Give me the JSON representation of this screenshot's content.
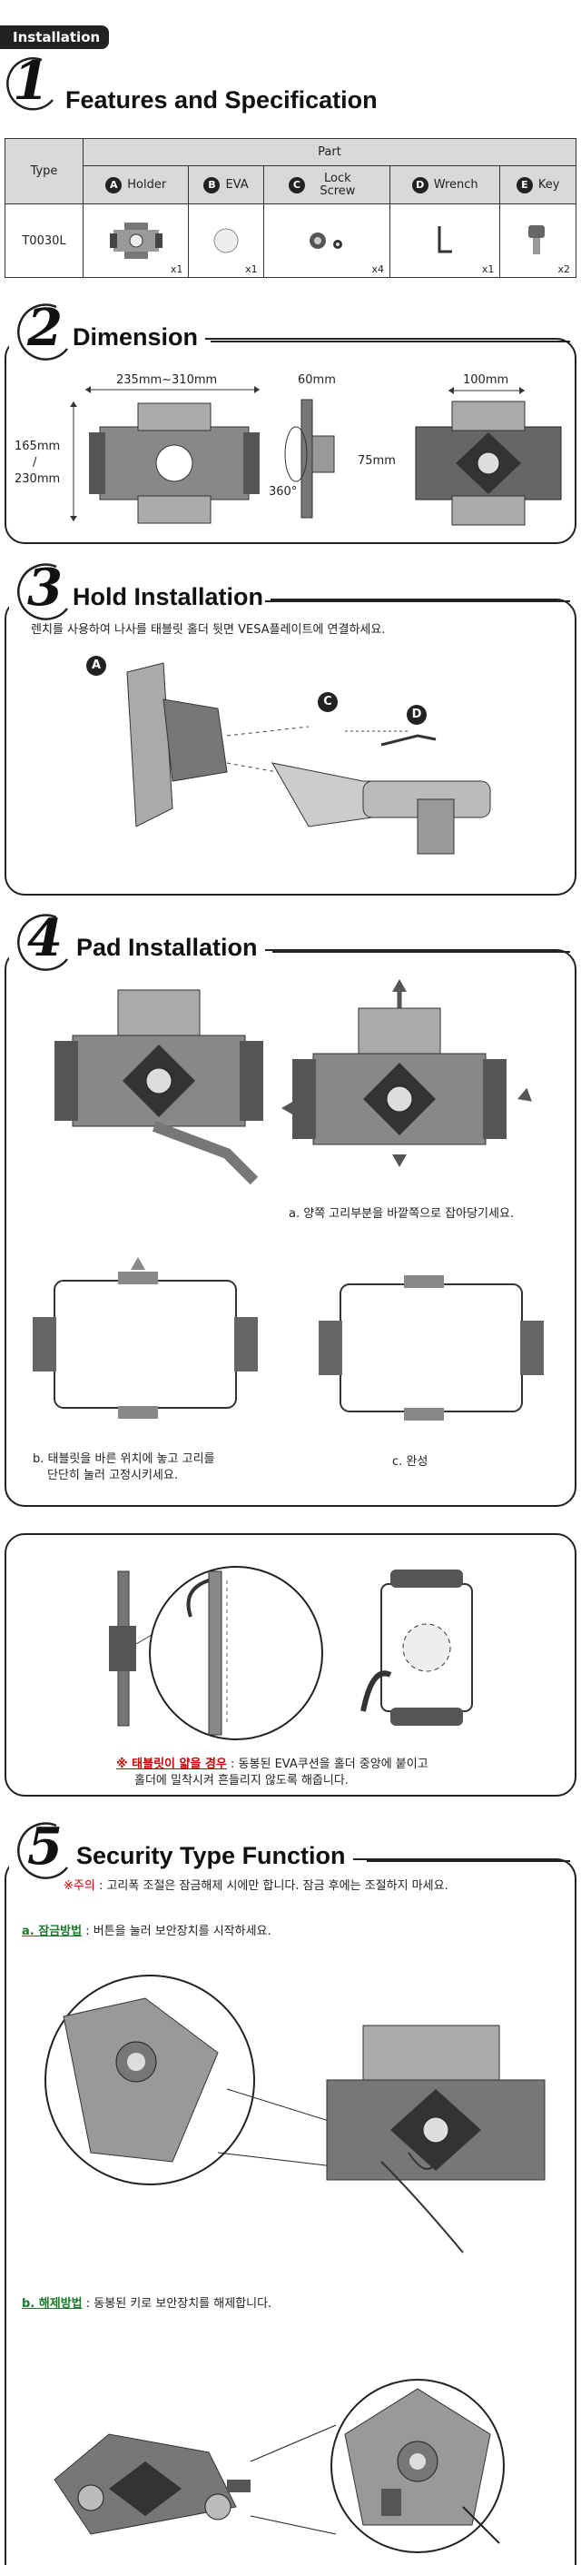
{
  "header": {
    "tag": "Installation"
  },
  "section1": {
    "number": "1",
    "title": "Features and Specification",
    "table": {
      "part_header": "Part",
      "type_header": "Type",
      "model": "T0030L",
      "parts": [
        {
          "letter": "A",
          "name": "Holder",
          "qty": "x1"
        },
        {
          "letter": "B",
          "name": "EVA",
          "qty": "x1"
        },
        {
          "letter": "C",
          "name": "Lock Screw",
          "qty": "x4"
        },
        {
          "letter": "D",
          "name": "Wrench",
          "qty": "x1"
        },
        {
          "letter": "E",
          "name": "Key",
          "qty": "x2"
        }
      ]
    }
  },
  "section2": {
    "number": "2",
    "title": "Dimension",
    "dims": {
      "width_range": "235mm~310mm",
      "height_top": "165mm",
      "height_sep": "/",
      "height_bottom": "230mm",
      "depth": "60mm",
      "rotation": "360°",
      "back_width": "100mm",
      "back_height": "75mm"
    }
  },
  "section3": {
    "number": "3",
    "title": "Hold Installation",
    "instruction": "렌치를 사용하여 나사를 태블릿 홀더 뒷면 VESA플레이트에 연결하세요.",
    "callouts": [
      "A",
      "C",
      "D"
    ]
  },
  "section4": {
    "number": "4",
    "title": "Pad Installation",
    "step_a": "a. 양쪽 고리부분을 바깥쪽으로 잡아당기세요.",
    "step_b_line1": "b. 태블릿을 바른 위치에 놓고 고리를",
    "step_b_line2": "단단히 눌러 고정시키세요.",
    "step_c": "c. 완성"
  },
  "note_panel": {
    "warn_label": "※ 태블릿이 얇을 경우",
    "warn_text": " : 동봉된 EVA쿠션을 홀더 중앙에 붙이고",
    "warn_line2": "홀더에 밀착시켜 흔들리지 않도록 해줍니다."
  },
  "section5": {
    "number": "5",
    "title": "Security Type Function",
    "caution_label": "※주의",
    "caution_text": " : 고리폭 조절은 잠금해제 시에만 합니다. 잠금 후에는 조절하지 마세요.",
    "lock_label": "a. 잠금방법",
    "lock_text": " : 버튼을 눌러 보안장치를 시작하세요.",
    "unlock_label": "b. 해제방법",
    "unlock_text": " : 동봉된 키로 보안장치를 해제합니다."
  }
}
